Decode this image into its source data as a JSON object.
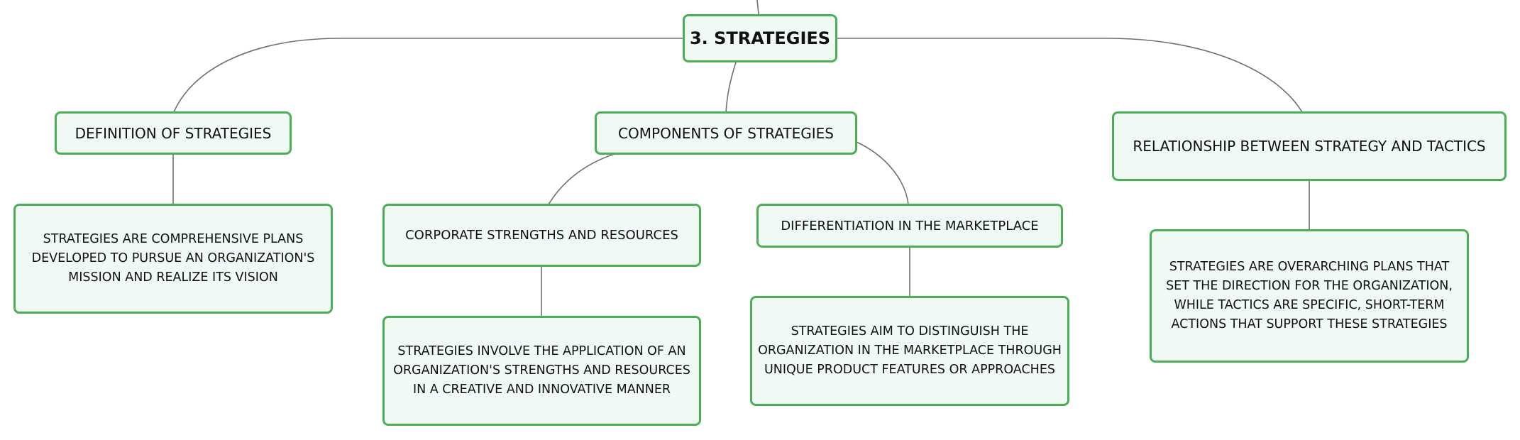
{
  "root": {
    "label": "3. STRATEGIES"
  },
  "branches": [
    {
      "label": "DEFINITION OF STRATEGIES",
      "description": "STRATEGIES ARE COMPREHENSIVE PLANS DEVELOPED TO PURSUE AN ORGANIZATION'S MISSION AND REALIZE ITS VISION"
    },
    {
      "label": "COMPONENTS OF STRATEGIES",
      "children": [
        {
          "label": "CORPORATE STRENGTHS AND RESOURCES",
          "description": "STRATEGIES INVOLVE THE APPLICATION OF AN ORGANIZATION'S STRENGTHS AND RESOURCES IN A CREATIVE AND INNOVATIVE MANNER"
        },
        {
          "label": "DIFFERENTIATION IN THE MARKETPLACE",
          "description": "STRATEGIES AIM TO DISTINGUISH THE ORGANIZATION IN THE MARKETPLACE THROUGH UNIQUE PRODUCT FEATURES OR APPROACHES"
        }
      ]
    },
    {
      "label": "RELATIONSHIP BETWEEN STRATEGY AND TACTICS",
      "description": "STRATEGIES ARE OVERARCHING PLANS THAT SET THE DIRECTION FOR THE ORGANIZATION, WHILE TACTICS ARE SPECIFIC, SHORT-TERM ACTIONS THAT SUPPORT THESE STRATEGIES"
    }
  ],
  "colors": {
    "node_border": "#4caf57",
    "node_fill": "#f0f9f3",
    "connector": "#707070",
    "text": "#111111"
  }
}
